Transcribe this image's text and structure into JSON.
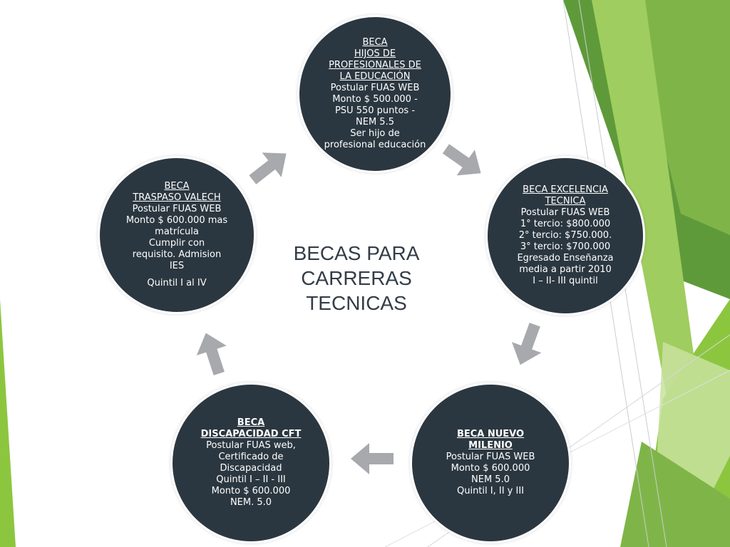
{
  "title_lines": [
    "BECAS PARA",
    "CARRERAS",
    "TECNICAS"
  ],
  "colors": {
    "node_fill": "#2b3740",
    "arrow": "#a7a9ac",
    "accent_green": "#8cc63f"
  },
  "nodes": [
    {
      "id": "hijos",
      "heading": [
        "BECA",
        "HIJOS DE",
        "PROFESIONALES DE",
        "LA EDUCACIÓN"
      ],
      "lines": [
        "Postular FUAS WEB",
        "Monto $ 500.000 -",
        "PSU 550 puntos  -",
        "NEM 5.5",
        "Ser hijo de",
        "profesional educación"
      ]
    },
    {
      "id": "excelencia",
      "heading": [
        "BECA EXCELENCIA",
        "TECNICA"
      ],
      "lines": [
        "Postular FUAS WEB",
        "1° tercio: $800.000",
        "2° tercio: $750.000.",
        "3° tercio:  $700.000",
        "Egresado Enseñanza",
        "media a partir 2010",
        "I – II- III quintil"
      ]
    },
    {
      "id": "nuevo-milenio",
      "heading": [
        "BECA NUEVO",
        "MILENIO"
      ],
      "lines": [
        "Postular FUAS WEB",
        "Monto $ 600.000",
        "NEM 5.0",
        "Quintil I, II y III"
      ]
    },
    {
      "id": "discapacidad",
      "heading": [
        "BECA",
        "DISCAPACIDAD CFT"
      ],
      "lines": [
        "Postular FUAS web,",
        "Certificado de",
        "Discapacidad",
        "Quintil I – II  - III",
        "Monto $ 600.000",
        "NEM. 5.0"
      ]
    },
    {
      "id": "traspaso",
      "heading": [
        "BECA",
        "TRASPASO VALECH"
      ],
      "lines": [
        "Postular FUAS WEB",
        "Monto $ 600.000 mas",
        "matrícula",
        "Cumplir con",
        "requisito. Admision",
        "IES"
      ],
      "extra": "Quintil I al IV"
    }
  ]
}
